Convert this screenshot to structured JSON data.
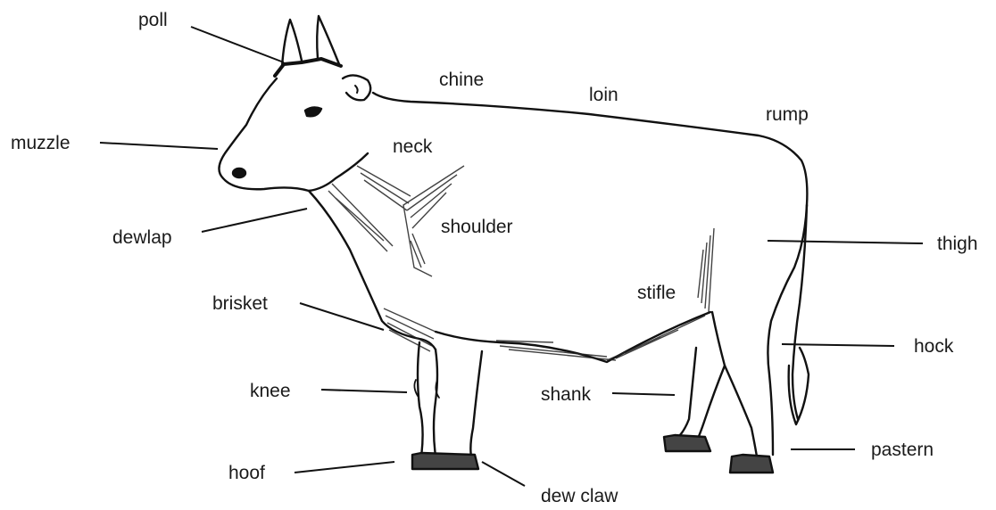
{
  "labels": {
    "poll": "poll",
    "chine": "chine",
    "loin": "loin",
    "rump": "rump",
    "muzzle": "muzzle",
    "neck": "neck",
    "dewlap": "dewlap",
    "shoulder": "shoulder",
    "thigh": "thigh",
    "brisket": "brisket",
    "stifle": "stifle",
    "hock": "hock",
    "knee": "knee",
    "shank": "shank",
    "pastern": "pastern",
    "hoof": "hoof",
    "dew_claw": "dew claw"
  }
}
